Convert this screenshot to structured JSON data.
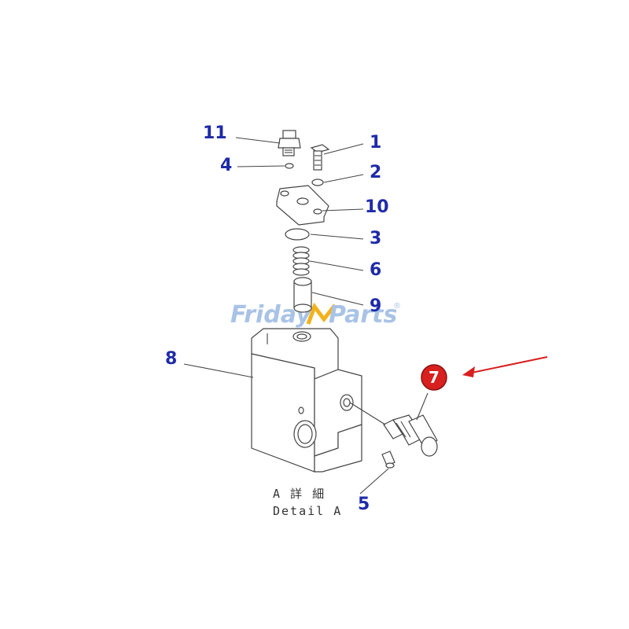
{
  "watermark": {
    "part1": "Friday",
    "part2": "Parts",
    "reg": "®"
  },
  "callouts": {
    "c1": "1",
    "c2": "2",
    "c3": "3",
    "c4": "4",
    "c5": "5",
    "c6": "6",
    "c7": "7",
    "c8": "8",
    "c9": "9",
    "c10": "10",
    "c11": "11"
  },
  "caption": {
    "japanese": "A 詳 細",
    "english": "Detail A"
  },
  "colors": {
    "callout": "#1f2aa8",
    "highlight": "#d8201f",
    "watermark": "#a9c3e6"
  }
}
